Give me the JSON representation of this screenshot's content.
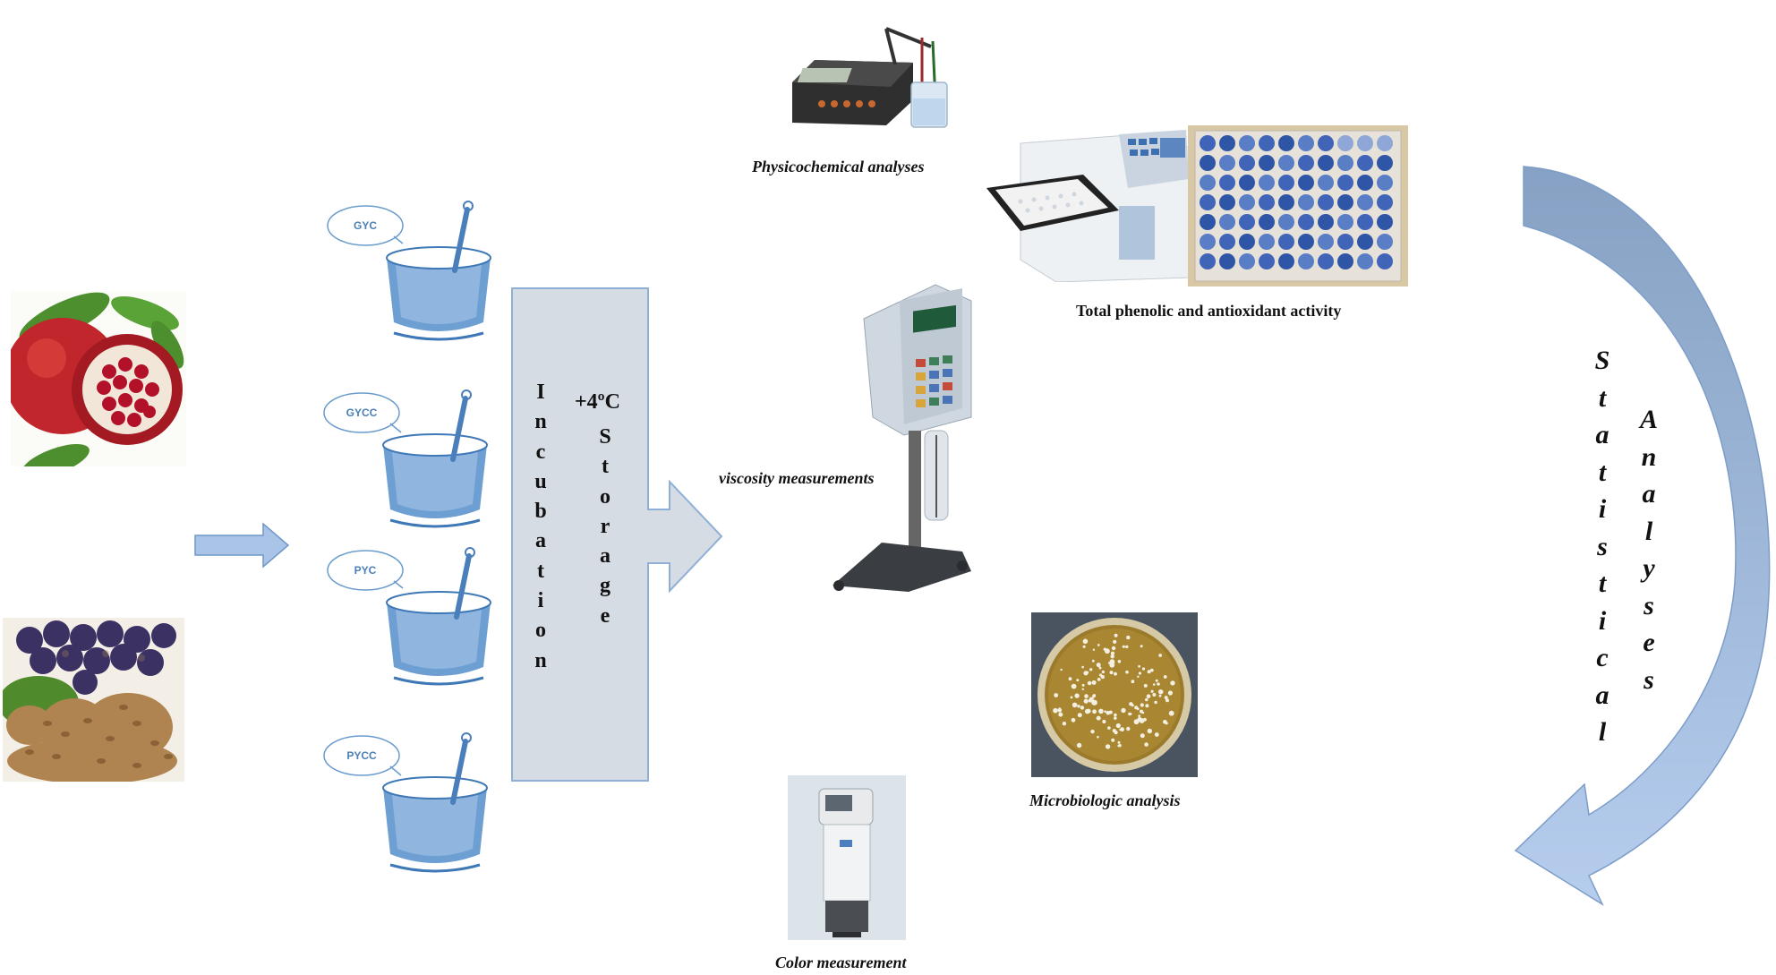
{
  "pots": [
    {
      "label": "GYC"
    },
    {
      "label": "GYCC"
    },
    {
      "label": "PYC"
    },
    {
      "label": "PYCC"
    }
  ],
  "process_box": {
    "incubation": [
      "I",
      "n",
      "c",
      "u",
      "b",
      "a",
      "t",
      "i",
      "o",
      "n"
    ],
    "temperature": "+4ºC",
    "storage": [
      "S",
      "t",
      "o",
      "r",
      "a",
      "g",
      "e"
    ]
  },
  "analyses": {
    "physicochemical": "Physicochemical analyses",
    "phenolic": "Total phenolic and antioxidant activity",
    "viscosity": "viscosity measurements",
    "microbiologic": "Microbiologic analysis",
    "color": "Color measurement"
  },
  "statistical": {
    "word1": [
      "S",
      "t",
      "a",
      "t",
      "i",
      "s",
      "t",
      "i",
      "c",
      "a",
      "l"
    ],
    "word2": [
      "A",
      "n",
      "a",
      "l",
      "y",
      "s",
      "e",
      "s"
    ]
  },
  "images": {
    "ingredient_top": "pomegranate-photo",
    "ingredient_bottom": "grape-seeds-photo"
  },
  "colors": {
    "arrow_fill": "#a9c4e6",
    "arrow_stroke": "#6f97c9",
    "box_fill": "#d6dce4",
    "box_stroke": "#8fb0d6",
    "curve_top": "#86a1c3",
    "curve_bottom": "#b6cdee"
  }
}
